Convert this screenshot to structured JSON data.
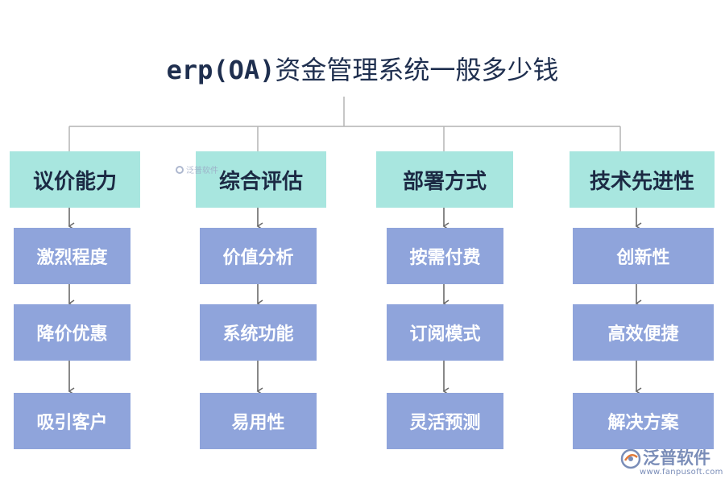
{
  "title": {
    "latin": "erp(OA)",
    "cjk": "资金管理系统一般多少钱"
  },
  "columns": [
    {
      "header": "议价能力",
      "items": [
        "激烈程度",
        "降价优惠",
        "吸引客户"
      ]
    },
    {
      "header": "综合评估",
      "items": [
        "价值分析",
        "系统功能",
        "易用性"
      ]
    },
    {
      "header": "部署方式",
      "items": [
        "按需付费",
        "订阅模式",
        "灵活预测"
      ]
    },
    {
      "header": "技术先进性",
      "items": [
        "创新性",
        "高效便捷",
        "解决方案"
      ]
    }
  ],
  "watermark": {
    "small_text": "泛普软件",
    "name": "泛普软件",
    "url": "www.fanpusoft.com"
  }
}
